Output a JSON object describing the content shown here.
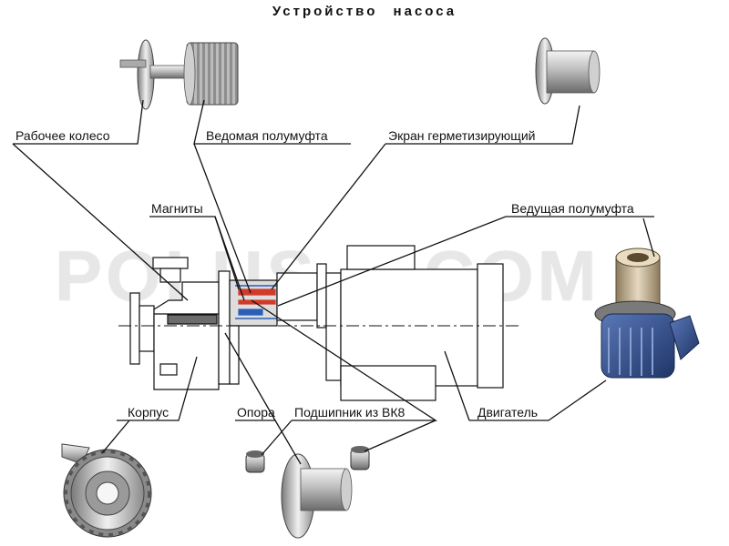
{
  "title": "Устройство насоса",
  "watermark": "POLUS-N.COM",
  "labels": {
    "impeller": "Рабочее колесо",
    "driven_coupling": "Ведомая полумуфта",
    "sealing_screen": "Экран герметизирующий",
    "magnets": "Магниты",
    "driving_coupling": "Ведущая полумуфта",
    "housing": "Корпус",
    "support": "Опора",
    "bearing": "Подшипник из ВК8",
    "motor": "Двигатель"
  },
  "colors": {
    "steel_light": "#d9d9d9",
    "steel_dark": "#6f6f6f",
    "motor_blue": "#2f4f8f",
    "magnet_red": "#d23a2a",
    "magnet_blue": "#2a5fb8",
    "line": "#111111"
  }
}
